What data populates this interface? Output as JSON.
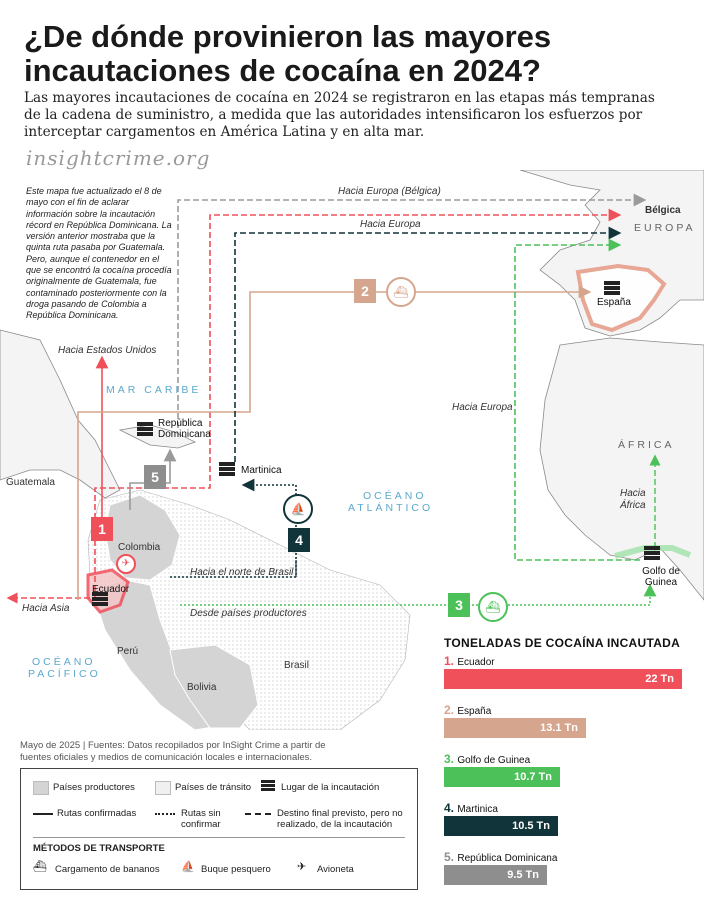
{
  "header": {
    "title": "¿De dónde provinieron las mayores incautaciones de cocaína en 2024?",
    "subtitle": "Las mayores incautaciones de cocaína en 2024 se registraron en las etapas más tempranas de la cadena de suministro, a medida que las autoridades intensificaron los esfuerzos por interceptar cargamentos en América Latina y en alta mar.",
    "brand": "insightcrime.org"
  },
  "note": "Este mapa fue actualizado el 8 de mayo con el fin de aclarar información sobre la incautación récord en República Dominicana. La versión anterior mostraba que la quinta ruta pasaba por Guatemala. Pero, aunque el contenedor en el que se encontró la cocaína procedía originalmente de Guatemala, fue contaminado posteriormente con la droga pasando de Colombia a República Dominicana.",
  "map": {
    "sea_labels": {
      "caribe": "MAR CARIBE",
      "atlantico_1": "OCÉANO",
      "atlantico_2": "ATLÁNTICO",
      "pacifico_1": "OCÉANO",
      "pacifico_2": "PACÍFICO"
    },
    "continents": {
      "europa": "EUROPA",
      "africa": "ÁFRICA"
    },
    "countries": {
      "guatemala": "Guatemala",
      "colombia": "Colombia",
      "peru": "Perú",
      "bolivia": "Bolivia",
      "brasil": "Brasil",
      "belgica": "Bélgica"
    },
    "route_labels": {
      "europa_belgica": "Hacia Europa (Bélgica)",
      "europa_1": "Hacia Europa",
      "europa_2": "Hacia Europa",
      "eeuu": "Hacia Estados Unidos",
      "asia": "Hacia Asia",
      "africa": "Hacia África",
      "norte_brasil": "Hacia el norte de Brasil",
      "paises_productores": "Desde países productores"
    },
    "seizure_sites": {
      "ecuador": "Ecuador",
      "espana": "España",
      "golfo": "Golfo de Guinea",
      "martinica": "Martinica",
      "rep_dom": "República Dominicana"
    },
    "route_badges": [
      "1",
      "2",
      "3",
      "4",
      "5"
    ],
    "transport_icons": [
      "airplane-icon",
      "banana-cargo-icon",
      "fishing-boat-icon",
      "banana-cargo-icon"
    ],
    "colors": {
      "ecuador": "#f0505a",
      "espana": "#d6a58e",
      "golfo": "#4cc159",
      "martinica": "#10343a",
      "rep_dom": "#8e8e8e",
      "producer_country": "#d4d4d4",
      "transit_country": "#f0f0f0"
    }
  },
  "source": "Mayo de 2025 | Fuentes: Datos recopilados por InSight Crime a partir de fuentes oficiales y medios de comunicación locales e internacionales.",
  "legend": {
    "paises_productores": "Países productores",
    "paises_transito": "Países de tránsito",
    "lugar_incautacion": "Lugar de la incautación",
    "rutas_confirmadas": "Rutas confirmadas",
    "rutas_sin_confirmar": "Rutas sin confirmar",
    "destino_final": "Destino final previsto, pero no realizado, de la incautación",
    "metodos_title": "MÉTODOS DE TRANSPORTE",
    "bananos": "Cargamento de bananos",
    "buque": "Buque pesquero",
    "avioneta": "Avioneta"
  },
  "chart_data": {
    "type": "bar",
    "title": "TONELADAS DE COCAÍNA INCAUTADA",
    "unit": "Tn",
    "categories": [
      "Ecuador",
      "España",
      "Golfo de Guinea",
      "Martinica",
      "República Dominicana"
    ],
    "ranks": [
      "1.",
      "2.",
      "3.",
      "4.",
      "5."
    ],
    "values": [
      22,
      13.1,
      10.7,
      10.5,
      9.5
    ],
    "value_labels": [
      "22 Tn",
      "13.1 Tn",
      "10.7 Tn",
      "10.5 Tn",
      "9.5 Tn"
    ],
    "colors": [
      "#f0505a",
      "#d6a58e",
      "#4cc159",
      "#10343a",
      "#8e8e8e"
    ],
    "xlim": [
      0,
      22
    ]
  }
}
